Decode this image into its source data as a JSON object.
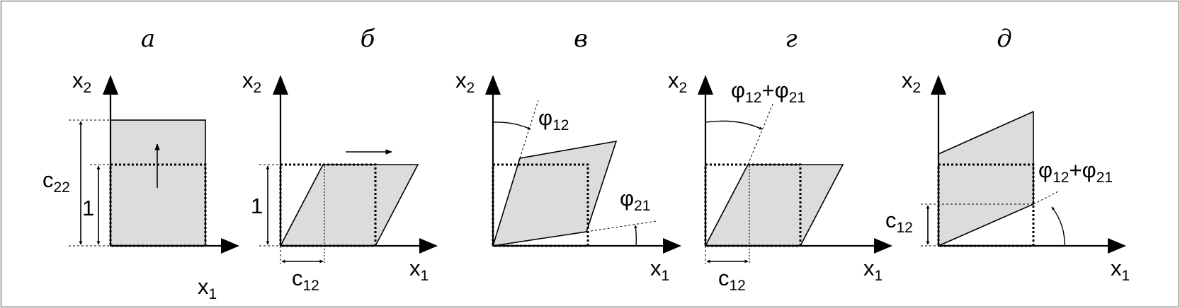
{
  "panels": [
    {
      "letter": "а"
    },
    {
      "letter": "б"
    },
    {
      "letter": "в"
    },
    {
      "letter": "г"
    },
    {
      "letter": "д"
    }
  ],
  "labels": {
    "x1": {
      "base": "x",
      "sub": "1"
    },
    "x2": {
      "base": "x",
      "sub": "2"
    },
    "c22": {
      "base": "c",
      "sub": "22"
    },
    "c12": {
      "base": "c",
      "sub": "12"
    },
    "one": "1",
    "phi12": {
      "base": "φ",
      "sub": "12"
    },
    "phi21": {
      "base": "φ",
      "sub": "21"
    },
    "phi_sum": {
      "a": "φ",
      "a_sub": "12",
      "op": "+",
      "b": "φ",
      "b_sub": "21"
    }
  }
}
